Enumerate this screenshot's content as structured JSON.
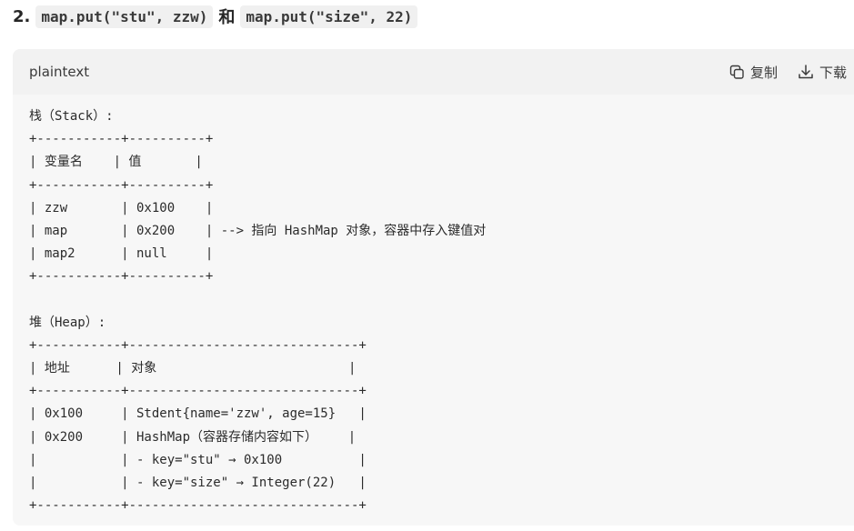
{
  "heading": {
    "number": "2.",
    "code1": "map.put(\"stu\", zzw)",
    "conjunction": "和",
    "code2": "map.put(\"size\", 22)"
  },
  "codeblock": {
    "language": "plaintext",
    "copy_label": "复制",
    "download_label": "下载",
    "icons": {
      "copy": "copy-icon",
      "download": "download-icon"
    },
    "lines": [
      "栈（Stack）:",
      "+-----------+----------+",
      "| 变量名    | 值       |",
      "+-----------+----------+",
      "| zzw       | 0x100    |",
      "| map       | 0x200    | --> 指向 HashMap 对象，容器中存入键值对",
      "| map2      | null     |",
      "+-----------+----------+",
      "",
      "堆（Heap）:",
      "+-----------+------------------------------+",
      "| 地址      | 对象                         |",
      "+-----------+------------------------------+",
      "| 0x100     | Stdent{name='zzw', age=15}   |",
      "| 0x200     | HashMap（容器存储内容如下）    |",
      "|           | - key=\"stu\" → 0x100          |",
      "|           | - key=\"size\" → Integer(22)   |",
      "+-----------+------------------------------+"
    ]
  }
}
